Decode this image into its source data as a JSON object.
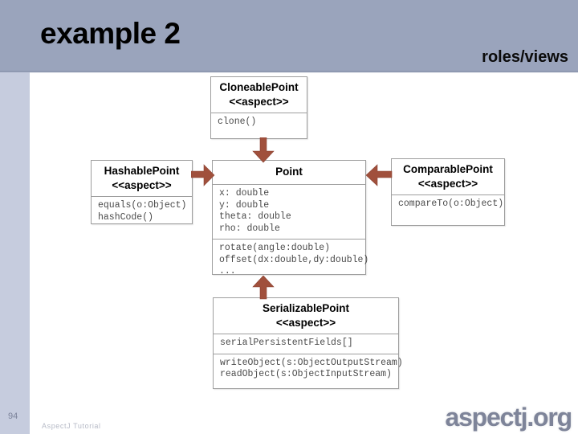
{
  "slide": {
    "title": "example 2",
    "subtitle": "roles/views",
    "page_number": "94",
    "footer": "AspectJ Tutorial",
    "brand": "aspectj.org",
    "colors": {
      "header_band": "#9aa4bc",
      "sidebar_strip": "#c6ccde",
      "arrow": "#a0503c",
      "box_border": "#9e9e9e",
      "body_text": "#4a4a4a"
    }
  },
  "diagram": {
    "type": "uml-class-diagram",
    "boxes": [
      {
        "id": "cloneable-point",
        "name": "CloneablePoint",
        "stereotype": "<<aspect>>",
        "attributes": [],
        "operations": [
          "clone()"
        ]
      },
      {
        "id": "hashable-point",
        "name": "HashablePoint",
        "stereotype": "<<aspect>>",
        "attributes": [],
        "operations": [
          "equals(o:Object)",
          "hashCode()"
        ]
      },
      {
        "id": "point",
        "name": "Point",
        "stereotype": "",
        "attributes": [
          "x: double",
          "y: double",
          "theta: double",
          "rho: double"
        ],
        "operations": [
          "rotate(angle:double)",
          "offset(dx:double,dy:double)",
          "..."
        ]
      },
      {
        "id": "comparable-point",
        "name": "ComparablePoint",
        "stereotype": "<<aspect>>",
        "attributes": [],
        "operations": [
          "compareTo(o:Object)"
        ]
      },
      {
        "id": "serializable-point",
        "name": "SerializablePoint",
        "stereotype": "<<aspect>>",
        "attributes": [
          "serialPersistentFields[]"
        ],
        "operations": [
          "writeObject(s:ObjectOutputStream)",
          "readObject(s:ObjectInputStream)"
        ]
      }
    ],
    "arrows": [
      {
        "id": "cloneable-to-point",
        "from": "cloneable-point",
        "to": "point",
        "direction": "down"
      },
      {
        "id": "hashable-to-point",
        "from": "hashable-point",
        "to": "point",
        "direction": "right"
      },
      {
        "id": "comparable-to-point",
        "from": "comparable-point",
        "to": "point",
        "direction": "left"
      },
      {
        "id": "serializable-to-point",
        "from": "serializable-point",
        "to": "point",
        "direction": "up"
      }
    ]
  }
}
